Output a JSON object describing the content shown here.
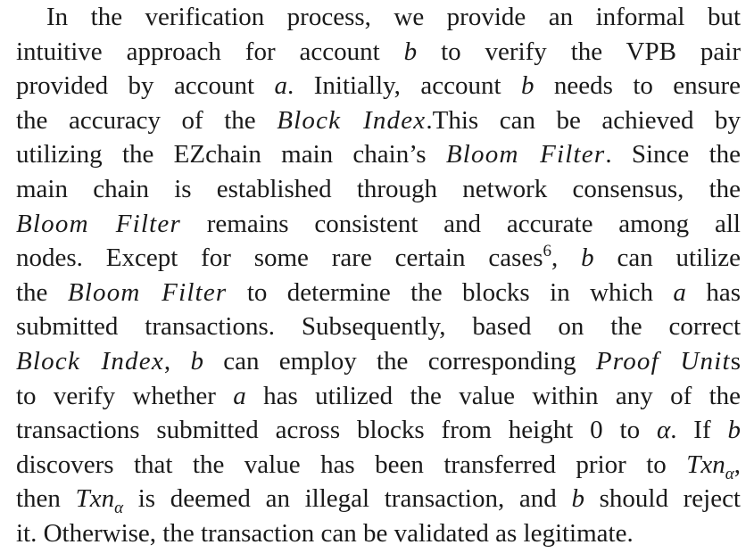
{
  "paragraph": {
    "lines": [
      [
        {
          "t": "In the verification process, we provide an informal but",
          "s": "r"
        }
      ],
      [
        {
          "t": "intuitive approach for account ",
          "s": "r"
        },
        {
          "t": "b",
          "s": "v"
        },
        {
          "t": " to verify the VPB pair",
          "s": "r"
        }
      ],
      [
        {
          "t": "provided by account ",
          "s": "r"
        },
        {
          "t": "a",
          "s": "v"
        },
        {
          "t": ". Initially, account ",
          "s": "r"
        },
        {
          "t": "b",
          "s": "v"
        },
        {
          "t": " needs to ensure",
          "s": "r"
        }
      ],
      [
        {
          "t": "the accuracy of the ",
          "s": "r"
        },
        {
          "t": "Block Index",
          "s": "m"
        },
        {
          "t": ".This can be achieved by",
          "s": "r"
        }
      ],
      [
        {
          "t": "utilizing the EZchain main chain’s ",
          "s": "r"
        },
        {
          "t": "Bloom Filter",
          "s": "m"
        },
        {
          "t": ". Since the",
          "s": "r"
        }
      ],
      [
        {
          "t": "main chain is established through network consensus, the",
          "s": "r"
        }
      ],
      [
        {
          "t": "Bloom Filter",
          "s": "m"
        },
        {
          "t": " remains consistent and accurate among all",
          "s": "r"
        }
      ],
      [
        {
          "t": "nodes. Except for some rare certain cases",
          "s": "r"
        },
        {
          "t": "6",
          "s": "sup"
        },
        {
          "t": ", ",
          "s": "r"
        },
        {
          "t": "b",
          "s": "v"
        },
        {
          "t": " can utilize",
          "s": "r"
        }
      ],
      [
        {
          "t": "the ",
          "s": "r"
        },
        {
          "t": "Bloom Filter",
          "s": "m"
        },
        {
          "t": " to determine the blocks in which ",
          "s": "r"
        },
        {
          "t": "a",
          "s": "v"
        },
        {
          "t": " has",
          "s": "r"
        }
      ],
      [
        {
          "t": "submitted transactions. Subsequently, based on the correct",
          "s": "r"
        }
      ],
      [
        {
          "t": "Block Index",
          "s": "m"
        },
        {
          "t": ", ",
          "s": "r"
        },
        {
          "t": "b",
          "s": "v"
        },
        {
          "t": " can employ the corresponding ",
          "s": "r"
        },
        {
          "t": "Proof Unit",
          "s": "m"
        },
        {
          "t": "s",
          "s": "r"
        }
      ],
      [
        {
          "t": "to verify whether ",
          "s": "r"
        },
        {
          "t": "a",
          "s": "v"
        },
        {
          "t": " has utilized the value within any of the",
          "s": "r"
        }
      ],
      [
        {
          "t": "transactions submitted across blocks from height 0 to ",
          "s": "r"
        },
        {
          "t": "α",
          "s": "v"
        },
        {
          "t": ". If ",
          "s": "r"
        },
        {
          "t": "b",
          "s": "v"
        }
      ],
      [
        {
          "t": "discovers that the value has been transferred prior to ",
          "s": "r"
        },
        {
          "t": "Txn",
          "s": "v"
        },
        {
          "t": "α",
          "s": "sub"
        },
        {
          "t": ",",
          "s": "r"
        }
      ],
      [
        {
          "t": "then ",
          "s": "r"
        },
        {
          "t": "Txn",
          "s": "v"
        },
        {
          "t": "α",
          "s": "sub"
        },
        {
          "t": " is deemed an illegal transaction, and ",
          "s": "r"
        },
        {
          "t": "b",
          "s": "v"
        },
        {
          "t": " should reject",
          "s": "r"
        }
      ],
      [
        {
          "t": "it. Otherwise, the transaction can be validated as legitimate.",
          "s": "r"
        }
      ]
    ]
  }
}
